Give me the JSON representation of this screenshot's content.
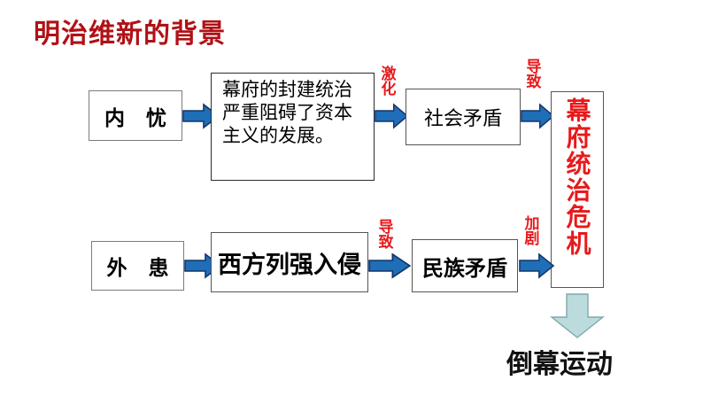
{
  "slide": {
    "title": "明治维新的背景",
    "title_color": "#b01116",
    "background": "#ffffff"
  },
  "colors": {
    "title_red": "#b01116",
    "label_red": "#e8191b",
    "arrow_blue_fill": "#1f6eb8",
    "arrow_blue_stroke": "#15356b",
    "arrow_teal_fill": "#bcdbdc",
    "arrow_teal_stroke": "#7fa9ab",
    "box_border": "#7b7b7b",
    "text_black": "#000000"
  },
  "nodes": {
    "internal_trouble": {
      "label": "内 忧"
    },
    "shogunate_rule": {
      "label": "幕府的封建统治阻碍了资本主义的发展。",
      "text": "幕府的封建统治严重阻碍了资本主义的发展。"
    },
    "social_conflict": {
      "label": "社会矛盾"
    },
    "crisis": {
      "label": "幕府统治危机"
    },
    "external_threat": {
      "label": "外 患"
    },
    "western_invasion": {
      "label": "西方列强入侵"
    },
    "national_conflict": {
      "label": "民族矛盾"
    },
    "anti_shogunate_movement": {
      "label": "倒幕运动"
    }
  },
  "edge_labels": {
    "intensify": {
      "line1": "激",
      "line2": "化"
    },
    "lead_to_top": {
      "line1": "导",
      "line2": "致"
    },
    "lead_to_bottom": {
      "line1": "导",
      "line2": "致"
    },
    "aggravate": {
      "line1": "加",
      "line2": "剧"
    }
  },
  "arrows": {
    "arrow_right_1": "blue-right-arrow",
    "arrow_right_2": "blue-right-arrow",
    "arrow_right_3": "blue-right-arrow",
    "arrow_right_4": "blue-right-arrow",
    "arrow_right_5": "blue-right-arrow",
    "arrow_right_6": "blue-right-arrow",
    "arrow_down": "teal-down-arrow"
  }
}
